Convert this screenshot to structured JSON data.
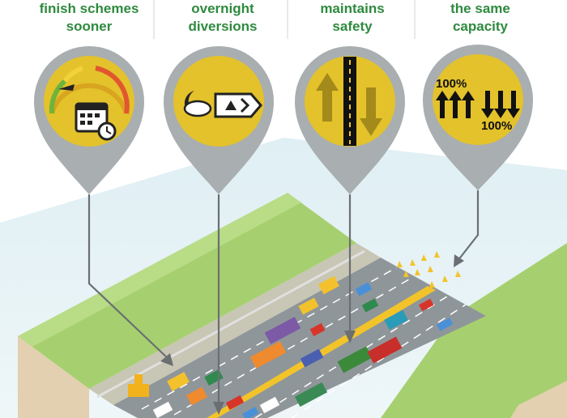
{
  "labels": [
    {
      "line1": "finish schemes",
      "line2": "sooner"
    },
    {
      "line1": "overnight",
      "line2": "diversions"
    },
    {
      "line1": "maintains",
      "line2": "safety"
    },
    {
      "line1": "",
      "line2": "the same",
      "line3": "capacity"
    }
  ],
  "pins": [
    {
      "icon": "speedometer-calendar-clock-icon"
    },
    {
      "icon": "night-moon-diversion-sign-icon"
    },
    {
      "icon": "two-way-traffic-arrows-icon"
    },
    {
      "icon": "capacity-arrows-icon",
      "top_text": "100%",
      "bottom_text": "100%"
    }
  ],
  "colors": {
    "label_green": "#2e8a3e",
    "pin_grey": "#a9aeb0",
    "pin_yellow": "#e3c22b",
    "grass": "#9ccc68",
    "road": "#8f969a",
    "barrier_yellow": "#f2c42a",
    "arrow_grey": "#6b6f72"
  }
}
